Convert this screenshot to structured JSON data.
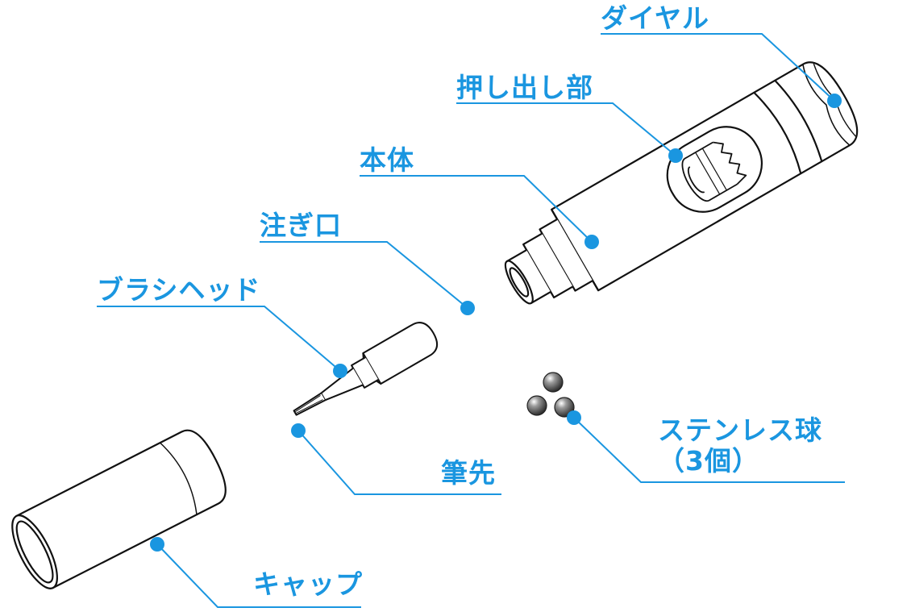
{
  "labels": {
    "dial": "ダイヤル",
    "push": "押し出し部",
    "body": "本体",
    "spout": "注ぎ口",
    "brush_head": "ブラシヘッド",
    "tip": "筆先",
    "balls_line1": "ステンレス球",
    "balls_line2": "（3個）",
    "cap": "キャップ"
  },
  "colors": {
    "accent": "#1a96e0",
    "line": "#111111",
    "ball": "#555555"
  }
}
